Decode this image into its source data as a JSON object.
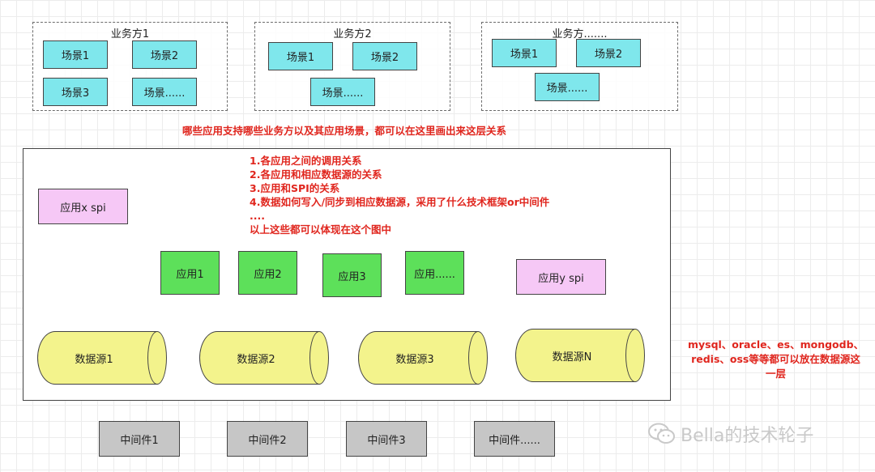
{
  "groups": [
    {
      "title": "业务方1",
      "scenes": [
        "场景1",
        "场景2",
        "场景3",
        "场景......"
      ]
    },
    {
      "title": "业务方2",
      "scenes": [
        "场景1",
        "场景2",
        "场景......"
      ]
    },
    {
      "title": "业务方.......",
      "scenes": [
        "场景1",
        "场景2",
        "场景......"
      ]
    }
  ],
  "caption_top": "哪些应用支持哪些业务方以及其应用场景，都可以在这里画出来这层关系",
  "notes": [
    "1.各应用之间的调用关系",
    "2.各应用和相应数据源的关系",
    "3.应用和SPI的关系",
    "4.数据如何写入/同步到相应数据源，采用了什么技术框架or中间件",
    "....",
    "以上这些都可以体现在这个图中"
  ],
  "spi_x": "应用x spi",
  "spi_y": "应用y spi",
  "apps": [
    "应用1",
    "应用2",
    "应用3",
    "应用......"
  ],
  "datasources": [
    "数据源1",
    "数据源2",
    "数据源3",
    "数据源N"
  ],
  "ds_note": [
    "mysql、oracle、es、mongodb、",
    "redis、oss等等都可以放在数据源这",
    "一层"
  ],
  "middlewares": [
    "中间件1",
    "中间件2",
    "中间件3",
    "中间件......"
  ],
  "watermark": "Bella的技术轮子",
  "colors": {
    "scene": "#7fe7ec",
    "app": "#5de05a",
    "spi": "#f6c8f6",
    "datasource": "#f3f38c",
    "middleware": "#c6c6c6",
    "red_text": "#e0261e"
  }
}
